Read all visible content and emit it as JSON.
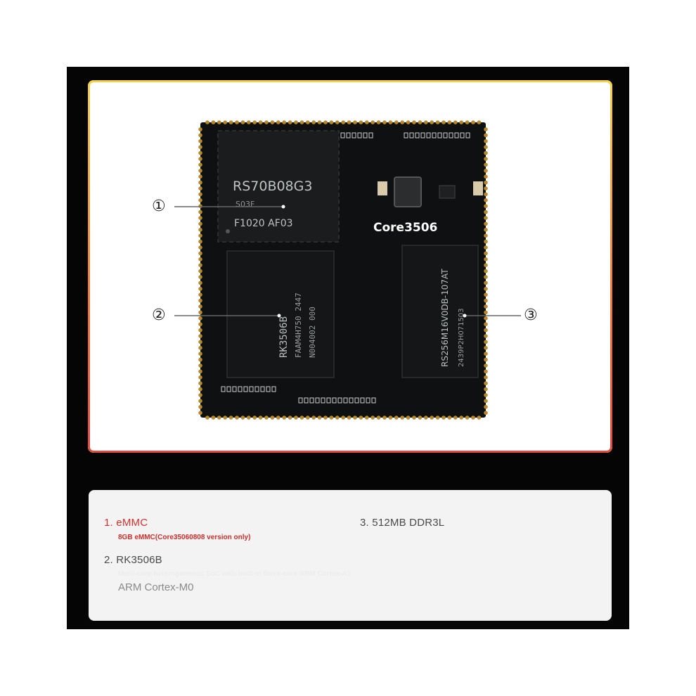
{
  "module": {
    "chips": {
      "emmc": {
        "line1": "RS70B08G3",
        "line2": "S03F",
        "line3": "F1020 AF03"
      },
      "soc": {
        "line1": "RK3506B",
        "line2": "FAAM4H750 2447",
        "line3": "N004002 000"
      },
      "ram": {
        "line1": "RS256M16V0DB-107AT",
        "line2": "2439P2H071503"
      }
    },
    "board_label": "Core3506"
  },
  "callouts": [
    "①",
    "②",
    "③"
  ],
  "features": [
    {
      "title": "1. eMMC",
      "subtitle": "8GB eMMC(Core35060808 version only)",
      "active": true
    },
    {
      "title": "2. RK3506B",
      "subtitle": "Multi-core heterogeneous SoC with built-in three-core ARM Cortex-A7",
      "extra": "ARM Cortex-M0",
      "active": false
    },
    {
      "title": "3. 512MB DDR3L",
      "active": false
    }
  ],
  "colors": {
    "accent": "#d8322e",
    "pcb": "#0d0f10",
    "pads": "#b8892c"
  }
}
